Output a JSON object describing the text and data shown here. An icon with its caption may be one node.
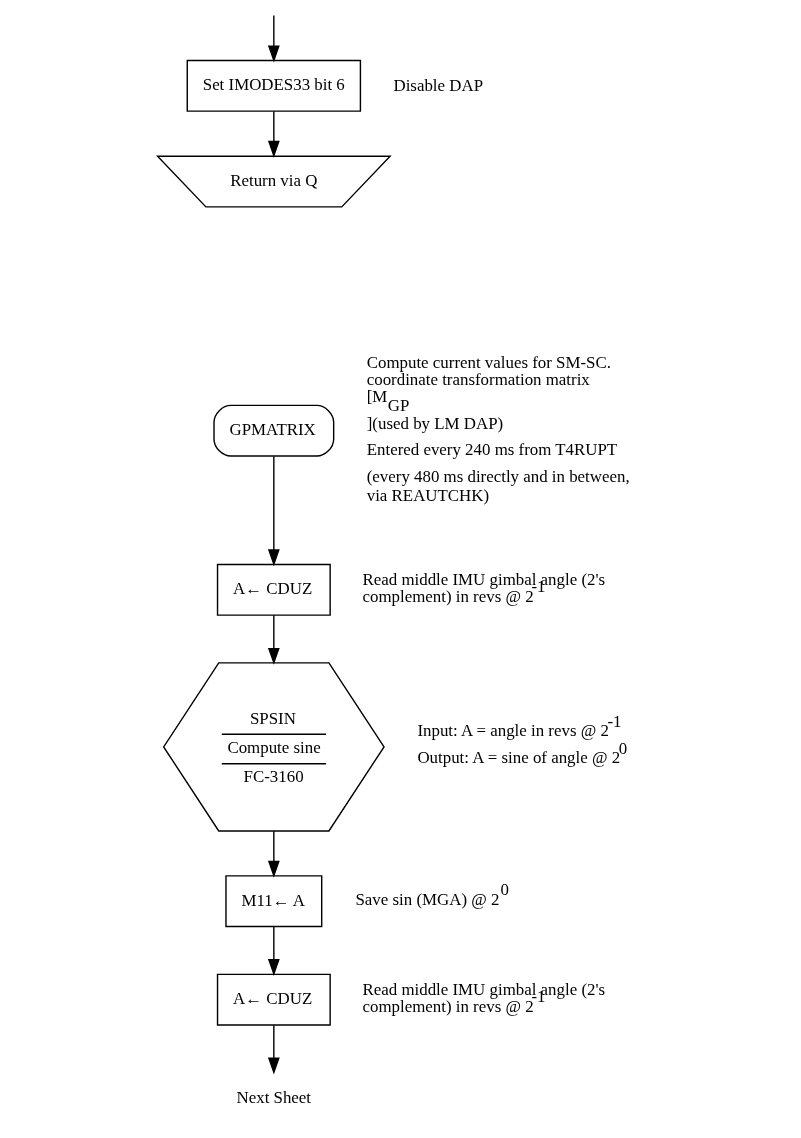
{
  "diagram": {
    "nodes": [
      {
        "text": [
          "Set IMODES33 bit 6"
        ],
        "beside": [
          "Disable DAP"
        ]
      },
      {
        "text": [
          "Return via Q"
        ]
      },
      {
        "text": [
          "GPMATRIX"
        ],
        "beside": [
          "Compute current values for SM-SC. coordinate transformation matrix [M$_{GP}$]",
          "(used by LM DAP)",
          "Entered every 240 ms from T4RUPT",
          "(every 480 ms directly and in between, via REAUTCHK)"
        ]
      },
      {
        "text": [
          "A← CDUZ"
        ],
        "beside": [
          "Read middle IMU gimbal angle (2's complement) in revs @ 2$^{-1}$"
        ]
      },
      {
        "text": [
          "SPSIN",
          "Compute sine",
          "FC-3160"
        ],
        "beside": [
          "Input: A = angle in revs @ 2$^{-1}$",
          "Output: A = sine of angle @ 2$^{0}$"
        ]
      },
      {
        "text": [
          "M11← A"
        ],
        "beside": [
          "Save sin (MGA) @ 2$^{0}$"
        ]
      },
      {
        "text": [
          "A← CDUZ"
        ],
        "beside": [
          "Read middle IMU gimbal angle (2's complement) in revs @ 2$^{-1}$"
        ]
      },
      {
        "text": [
          "Next Sheet"
        ]
      }
    ],
    "edges": [
      {
        "from": null,
        "to": 0,
        "arrow": "to"
      },
      {
        "from": 0,
        "to": 1,
        "arrow": "to"
      },
      {
        "from": 2,
        "to": 3,
        "arrow": "to"
      },
      {
        "from": 3,
        "to": 4,
        "arrow": "to"
      },
      {
        "from": 4,
        "to": 5,
        "arrow": "to"
      },
      {
        "from": 5,
        "to": 6,
        "arrow": "to"
      },
      {
        "from": 6,
        "to": 7,
        "arrow": "to"
      }
    ]
  }
}
